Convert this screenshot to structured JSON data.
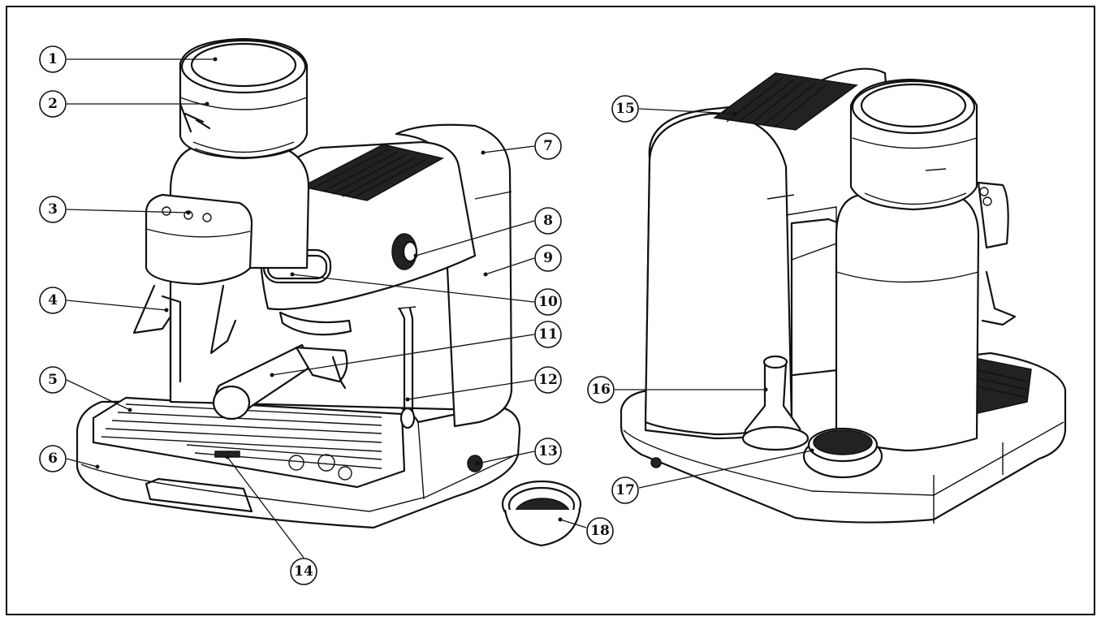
{
  "callouts": [
    {
      "label": "1"
    },
    {
      "label": "2"
    },
    {
      "label": "3"
    },
    {
      "label": "4"
    },
    {
      "label": "5"
    },
    {
      "label": "6"
    },
    {
      "label": "7"
    },
    {
      "label": "8"
    },
    {
      "label": "9"
    },
    {
      "label": "10"
    },
    {
      "label": "11"
    },
    {
      "label": "12"
    },
    {
      "label": "13"
    },
    {
      "label": "14"
    },
    {
      "label": "15"
    },
    {
      "label": "16"
    },
    {
      "label": "17"
    },
    {
      "label": "18"
    }
  ],
  "colors": {
    "line": "#111111",
    "background": "#ffffff"
  }
}
